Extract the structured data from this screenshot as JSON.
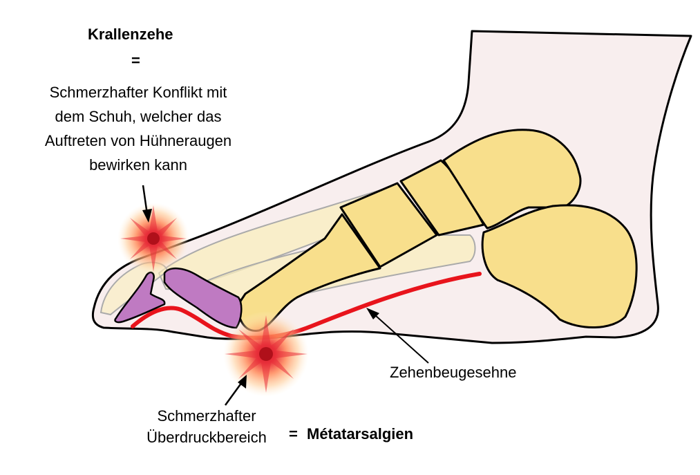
{
  "labels": {
    "title": "Krallenzehe",
    "title_equals": "=",
    "description_lines": [
      "Schmerzhafter Konflikt mit",
      "dem Schuh, welcher das",
      "Auftreten von Hühneraugen",
      "bewirken kann"
    ],
    "tendon": "Zehenbeugesehne",
    "pressure_lines": [
      "Schmerzhafter",
      "Überdruckbereich"
    ],
    "result_equals": "=",
    "result": "Métatarsalgien"
  },
  "colors": {
    "outline": "#000000",
    "skin": "#f8eeee",
    "bone": "#f8df8c",
    "bone_translucent": "#faeebd",
    "toe_bone": "#bf7ac2",
    "tendon": "#e8141c",
    "pain_core": "#d4141c",
    "pain_glow": "#ffb070"
  },
  "icons": [
    "pain-burst-icon",
    "arrow-icon"
  ]
}
